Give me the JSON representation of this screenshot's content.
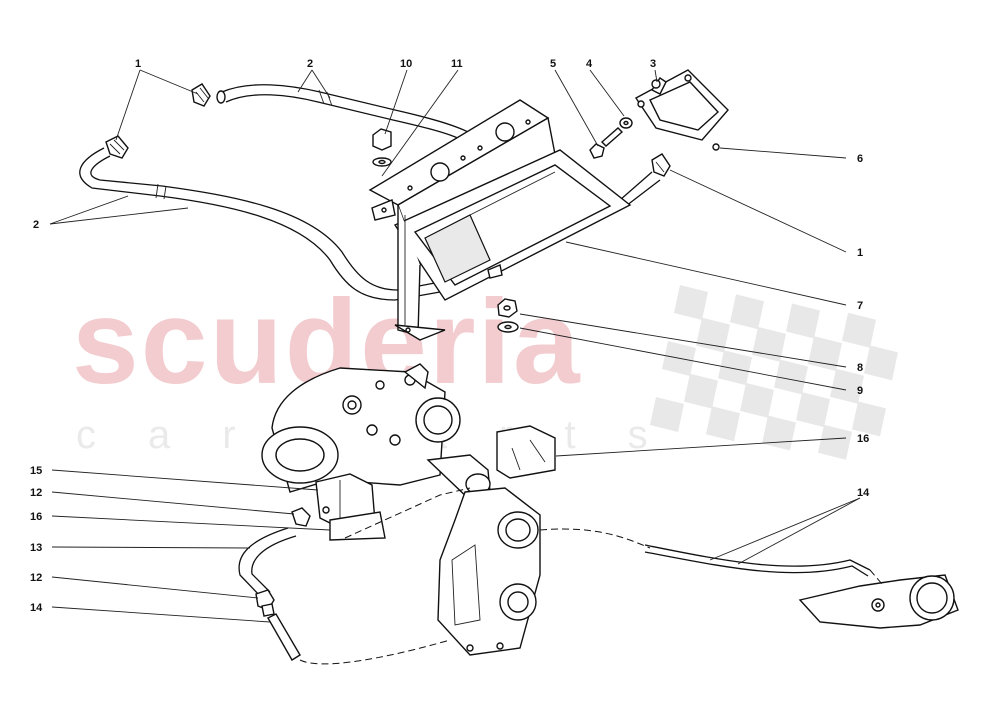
{
  "watermark": {
    "brand": "scuderia",
    "subline": "car parts",
    "brand_color": "#e8a3a8",
    "checker_color": "#d6d6d6"
  },
  "callouts": [
    {
      "id": "c1-top",
      "text": "1"
    },
    {
      "id": "c2-top",
      "text": "2"
    },
    {
      "id": "c10",
      "text": "10"
    },
    {
      "id": "c11",
      "text": "11"
    },
    {
      "id": "c5",
      "text": "5"
    },
    {
      "id": "c4",
      "text": "4"
    },
    {
      "id": "c3",
      "text": "3"
    },
    {
      "id": "c6",
      "text": "6"
    },
    {
      "id": "c2-left",
      "text": "2"
    },
    {
      "id": "c1-right",
      "text": "1"
    },
    {
      "id": "c7",
      "text": "7"
    },
    {
      "id": "c8",
      "text": "8"
    },
    {
      "id": "c9",
      "text": "9"
    },
    {
      "id": "c16-right",
      "text": "16"
    },
    {
      "id": "c14-right",
      "text": "14"
    },
    {
      "id": "c15",
      "text": "15"
    },
    {
      "id": "c12-upper",
      "text": "12"
    },
    {
      "id": "c16-left",
      "text": "16"
    },
    {
      "id": "c13",
      "text": "13"
    },
    {
      "id": "c12-lower",
      "text": "12"
    },
    {
      "id": "c14-left",
      "text": "14"
    }
  ]
}
